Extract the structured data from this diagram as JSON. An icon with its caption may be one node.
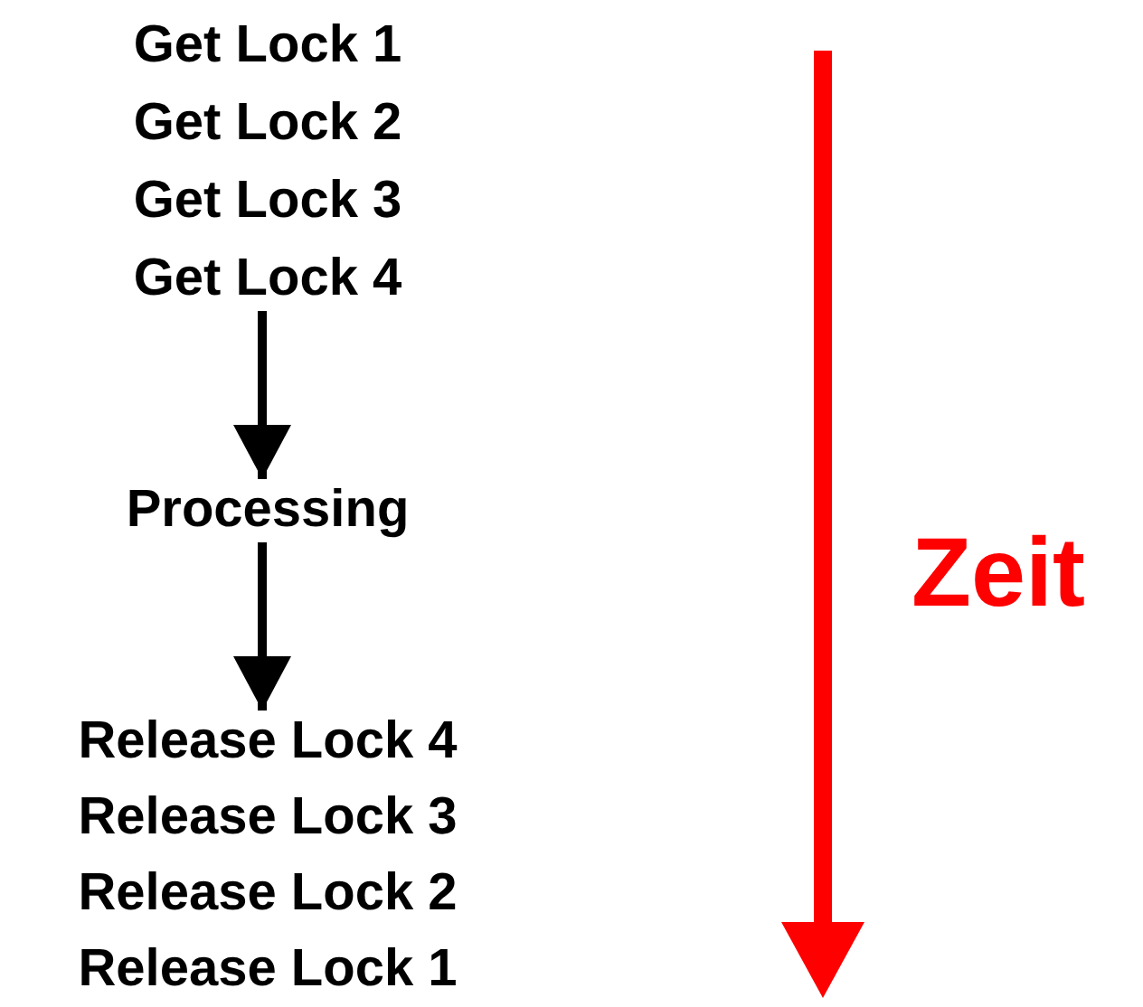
{
  "diagram": {
    "nodes": [
      {
        "text": [
          "Get Lock 1",
          "Get Lock 2",
          "Get Lock 3",
          "Get Lock 4"
        ]
      },
      {
        "text": [
          "Processing"
        ]
      },
      {
        "text": [
          "Release Lock 4",
          "Release Lock 3",
          "Release Lock 2",
          "Release Lock 1"
        ]
      }
    ],
    "edges": [
      {
        "from": 0,
        "to": 1,
        "arrow": "to"
      },
      {
        "from": 1,
        "to": 2,
        "arrow": "to"
      }
    ],
    "labels": [
      "Zeit"
    ]
  }
}
